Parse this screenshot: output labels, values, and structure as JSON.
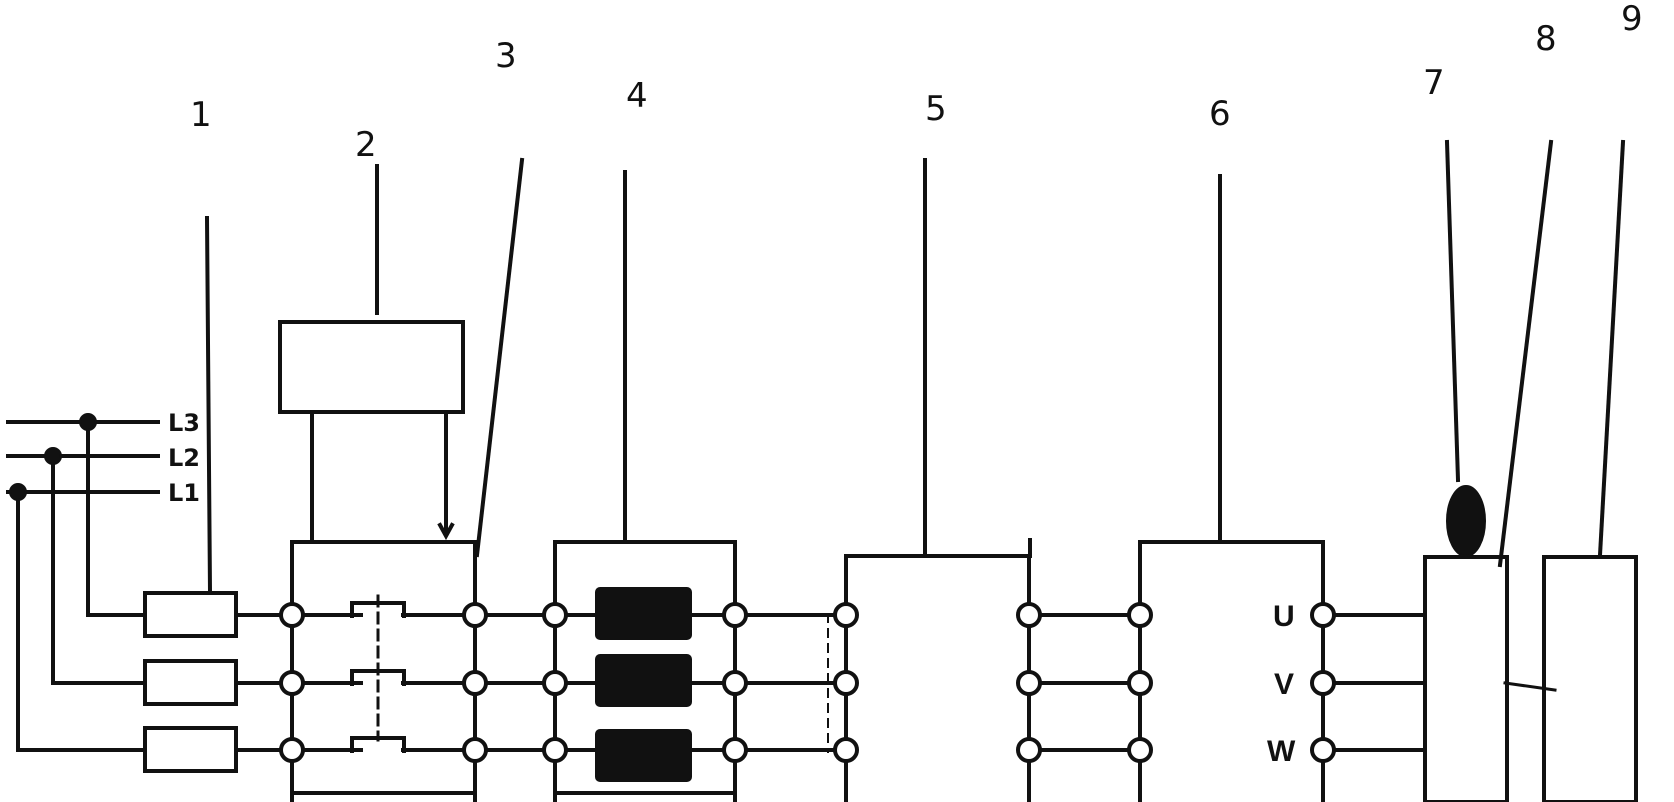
{
  "callouts": [
    "1",
    "2",
    "3",
    "4",
    "5",
    "6",
    "7",
    "8",
    "9"
  ],
  "phases": {
    "l3": "L3",
    "l2": "L2",
    "l1": "L1"
  },
  "outputs": {
    "u": "U",
    "v": "V",
    "w": "W"
  }
}
